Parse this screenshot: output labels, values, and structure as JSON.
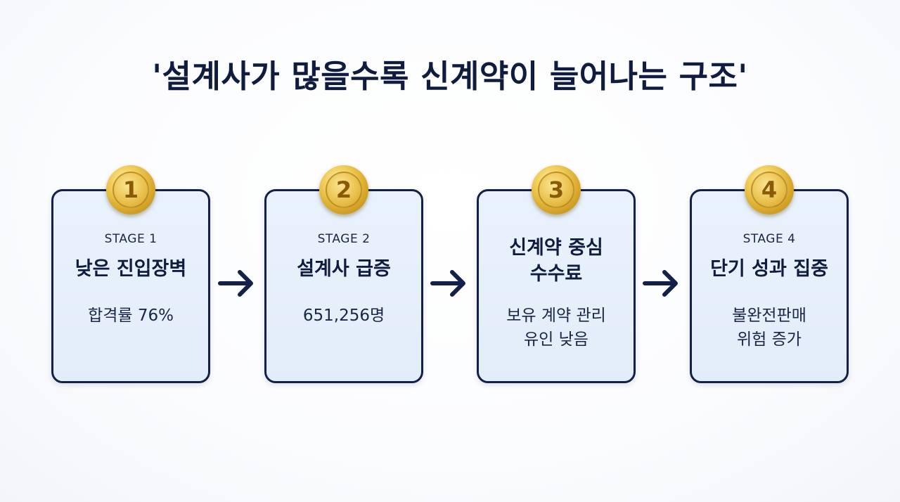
{
  "title": "'설계사가 많을수록 신계약이 늘어나는 구조'",
  "stages": [
    {
      "number": "1",
      "label": "STAGE 1",
      "heading": "낮은 진입장벽",
      "desc_line1": "합격률 76%",
      "desc_line2": ""
    },
    {
      "number": "2",
      "label": "STAGE 2",
      "heading": "설계사 급증",
      "desc_line1": "651,256명",
      "desc_line2": ""
    },
    {
      "number": "3",
      "label": "",
      "heading_line1": "신계약 중심",
      "heading_line2": "수수료",
      "desc_line1": "보유 계약 관리",
      "desc_line2": "유인 낮음"
    },
    {
      "number": "4",
      "label": "STAGE 4",
      "heading": "단기 성과 집중",
      "desc_line1": "불완전판매",
      "desc_line2": "위험 증가"
    }
  ],
  "colors": {
    "navy": "#13204a",
    "card_fill": "#e6effa",
    "gold": "#e0b43a"
  },
  "icons": [
    "arrow-right-icon",
    "gold-medal-icon"
  ]
}
